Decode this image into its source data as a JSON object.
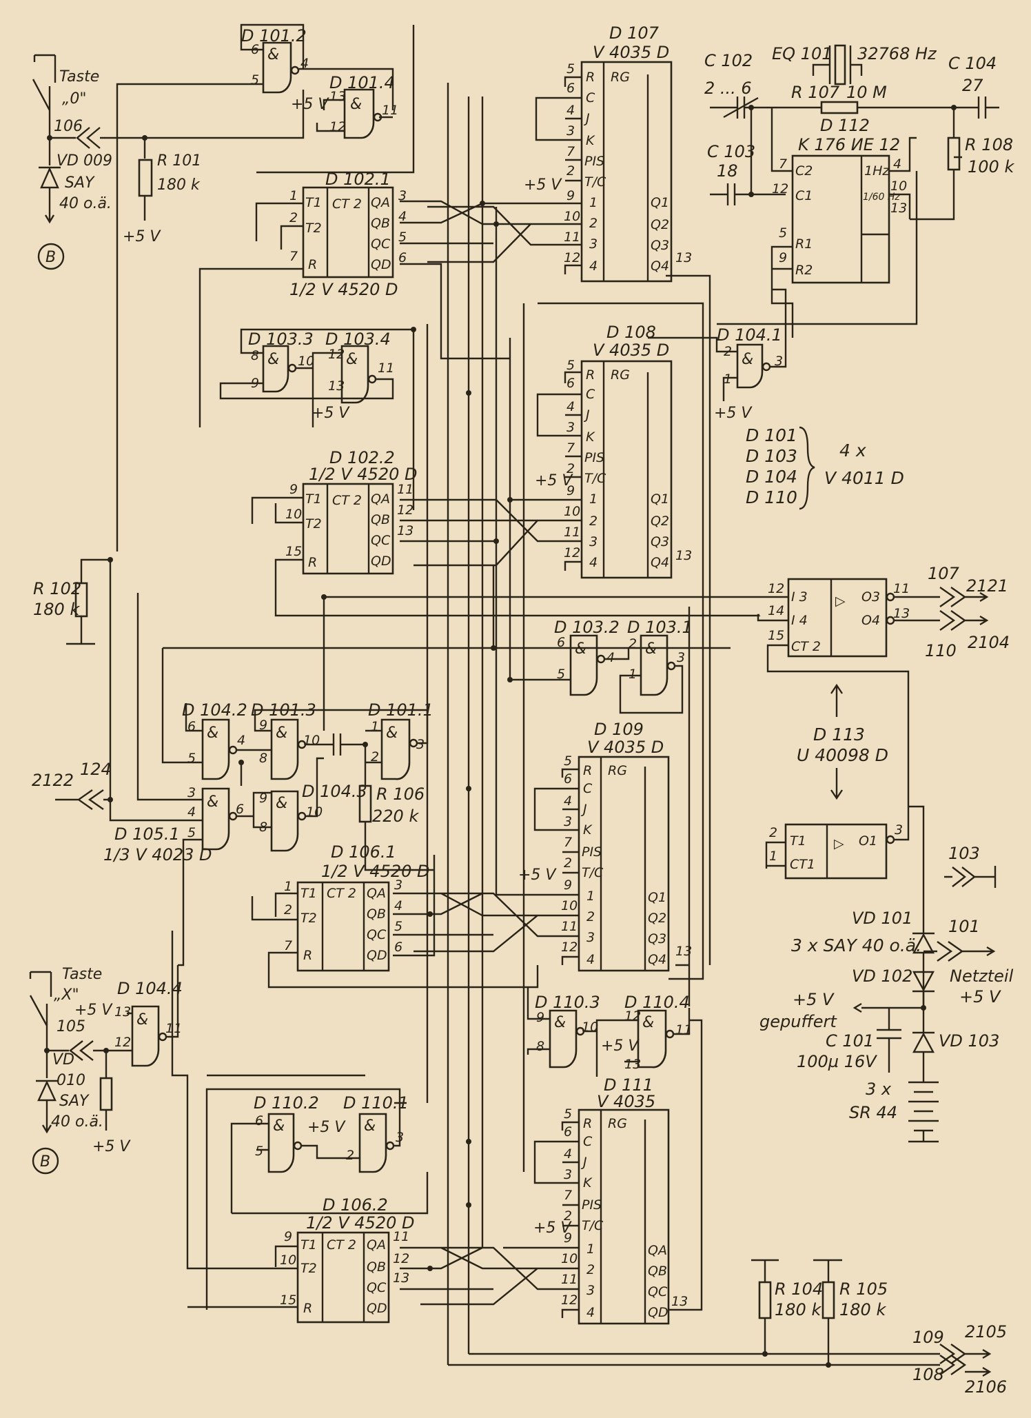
{
  "texts": {
    "d101_2": "D 101.2",
    "d101_4": "D 101.4",
    "d107": "D 107",
    "v4035d": "V 4035 D",
    "v4035": "V 4035",
    "c102": "C 102",
    "c102_val": "2 ... 6",
    "eq101": "EQ 101",
    "xtal": "32768 Hz",
    "c104": "C 104",
    "c104_val": "27",
    "r107": "R 107",
    "r107_val": "10 M",
    "d112": "D 112",
    "k176": "K 176 ИЕ 12",
    "c103": "C 103",
    "c103_val": "18",
    "r108": "R 108",
    "r108_val": "100 k",
    "taste": "Taste",
    "taste0": "„0\"",
    "tasteX": "„X\"",
    "vd009": "VD 009",
    "vd010a": "VD",
    "vd010b": "010",
    "say": "SAY",
    "oa": "40 o.ä.",
    "r101": "R 101",
    "r101_val": "180 k",
    "r102": "R 102",
    "r102_val": "180 k",
    "p5v": "+5 V",
    "b": "B",
    "d102_1": "D 102.1",
    "half4520": "1/2 V 4520 D",
    "d103_3": "D 103.3",
    "d103_4": "D 103.4",
    "d108": "D 108",
    "d104_1": "D 104.1",
    "d102_2": "D 102.2",
    "legend_list": [
      "D 101",
      "D 103",
      "D 104",
      "D 110"
    ],
    "legend_mult": "4 x",
    "legend_type": "V 4011 D",
    "d103_2": "D 103.2",
    "d103_1": "D 103.1",
    "d104_2": "D 104.2",
    "d101_3": "D 101.3",
    "d101_1": "D 101.1",
    "d104_3": "D 104.3",
    "d105_1": "D 105.1",
    "third4023": "1/3 V 4023 D",
    "r106": "R 106",
    "r106_val": "220 k",
    "d106_1": "D 106.1",
    "d109": "D 109",
    "d113": "D 113",
    "u40098": "U 40098 D",
    "d104_4": "D 104.4",
    "d110_3": "D 110.3",
    "d110_4": "D 110.4",
    "d111": "D 111",
    "d110_2": "D 110.2",
    "d110_1": "D 110.1",
    "d106_2": "D 106.2",
    "vd101": "VD 101",
    "vd102": "VD 102",
    "vd103": "VD 103",
    "say3": "3 x SAY 40 o.ä.",
    "netzteil": "Netzteil",
    "gepuffert": "gepuffert",
    "c101": "C 101",
    "c101_val": "100µ 16V",
    "bat_n": "3 x",
    "sr44": "SR 44",
    "r104": "R 104",
    "r104_val": "180 k",
    "r105": "R 105",
    "r105_val": "180 k",
    "t2121": "2121",
    "t2104": "2104",
    "t2122": "2122",
    "t2105": "2105",
    "t2106": "2106",
    "n106": "106",
    "n105": "105",
    "n124": "124",
    "n107": "107",
    "n110": "110",
    "n103": "103",
    "n101": "101",
    "n109": "109",
    "n108": "108",
    "sym_and": "&",
    "sym_ct2": "CT 2",
    "sym_r": "R",
    "sym_t1": "T1",
    "sym_t2": "T2",
    "sym_qa": "QA",
    "sym_qb": "QB",
    "sym_qc": "QC",
    "sym_qd": "QD",
    "sym_rg": "RG",
    "sym_c": "C",
    "sym_j": "J",
    "sym_k": "K",
    "sym_pis": "PIS",
    "sym_tic": "T/C",
    "sym_q1": "Q1",
    "sym_q2": "Q2",
    "sym_q3": "Q3",
    "sym_q4": "Q4",
    "sym_c1": "C1",
    "sym_c2": "C2",
    "sym_r1": "R1",
    "sym_r2": "R2",
    "sym_1hz": "1Hz",
    "sym_60hz": "1/60 Hz",
    "sym_i3": "I 3",
    "sym_i4": "I 4",
    "sym_ct2b": "CT 2",
    "sym_o3": "O3",
    "sym_o4": "O4",
    "sym_ct1": "CT1",
    "sym_o1": "O1",
    "sym_buf": "▷"
  }
}
